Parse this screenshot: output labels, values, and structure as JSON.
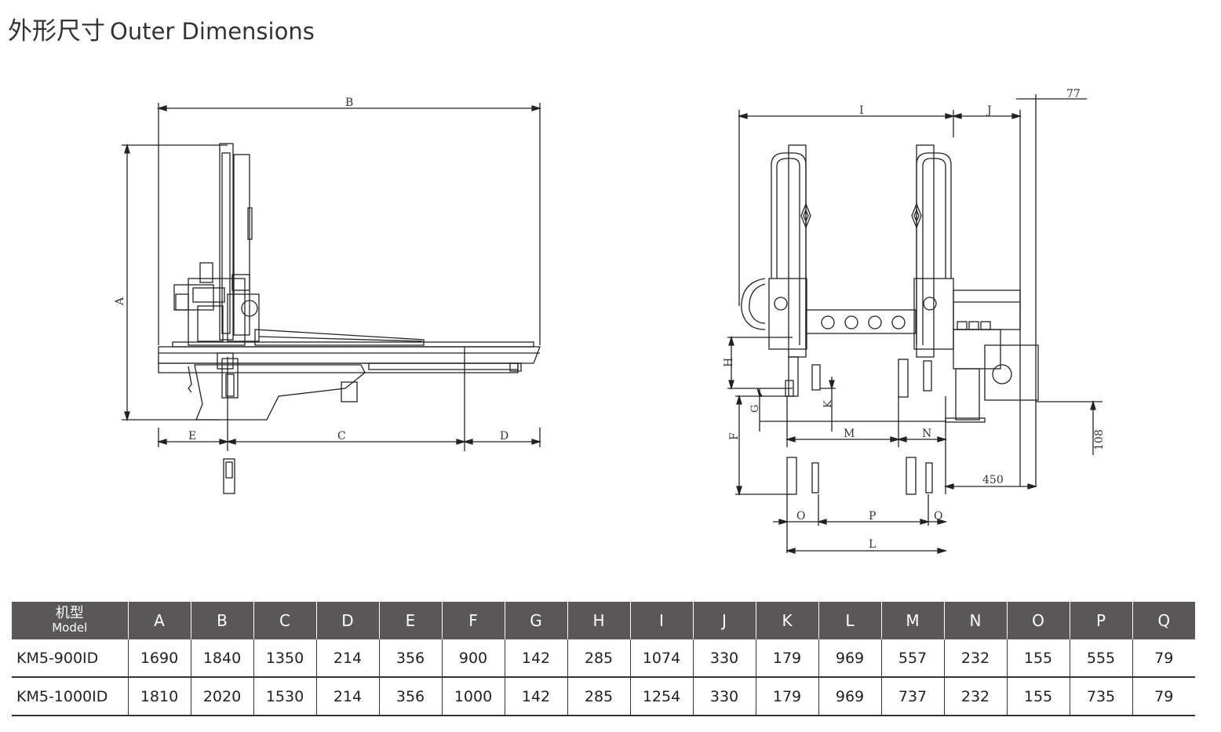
{
  "title": {
    "zh": "外形尺寸",
    "en": "Outer Dimensions"
  },
  "side_view": {
    "labels": {
      "A": "A",
      "B": "B",
      "C": "C",
      "D": "D",
      "E": "E"
    }
  },
  "front_view": {
    "labels": {
      "I": "I",
      "J": "J",
      "dim77": "77",
      "H": "H",
      "G": "G",
      "K": "K",
      "F": "F",
      "M": "M",
      "N": "N",
      "dim108": "108",
      "dim450": "450",
      "O": "O",
      "P": "P",
      "Q": "Q",
      "L": "L"
    }
  },
  "table": {
    "model_header": {
      "zh": "机型",
      "en": "Model"
    },
    "columns": [
      "A",
      "B",
      "C",
      "D",
      "E",
      "F",
      "G",
      "H",
      "I",
      "J",
      "K",
      "L",
      "M",
      "N",
      "O",
      "P",
      "Q"
    ],
    "rows": [
      {
        "model": "KM5-900ID",
        "values": [
          "1690",
          "1840",
          "1350",
          "214",
          "356",
          "900",
          "142",
          "285",
          "1074",
          "330",
          "179",
          "969",
          "557",
          "232",
          "155",
          "555",
          "79"
        ]
      },
      {
        "model": "KM5-1000ID",
        "values": [
          "1810",
          "2020",
          "1530",
          "214",
          "356",
          "1000",
          "142",
          "285",
          "1254",
          "330",
          "179",
          "969",
          "737",
          "232",
          "155",
          "735",
          "79"
        ]
      }
    ]
  }
}
